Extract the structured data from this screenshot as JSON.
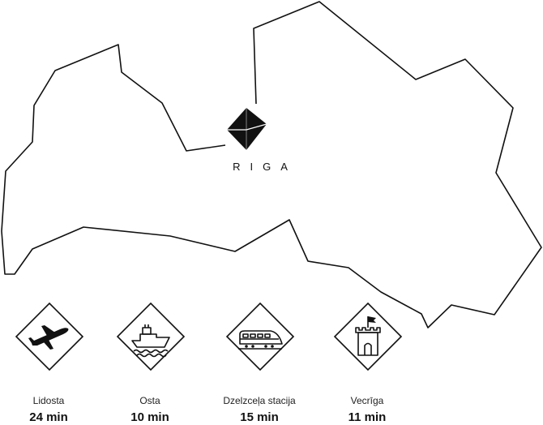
{
  "city": {
    "label": "RIGA"
  },
  "pois": [
    {
      "name": "Lidosta",
      "time": "24 min",
      "icon": "airplane-icon"
    },
    {
      "name": "Osta",
      "time": "10 min",
      "icon": "ship-icon"
    },
    {
      "name": "Dzelzceļa stacija",
      "time": "15 min",
      "icon": "train-icon"
    },
    {
      "name": "Vecrīga",
      "time": "11 min",
      "icon": "castle-tower-icon"
    }
  ],
  "colors": {
    "stroke": "#111111",
    "background": "#ffffff"
  }
}
